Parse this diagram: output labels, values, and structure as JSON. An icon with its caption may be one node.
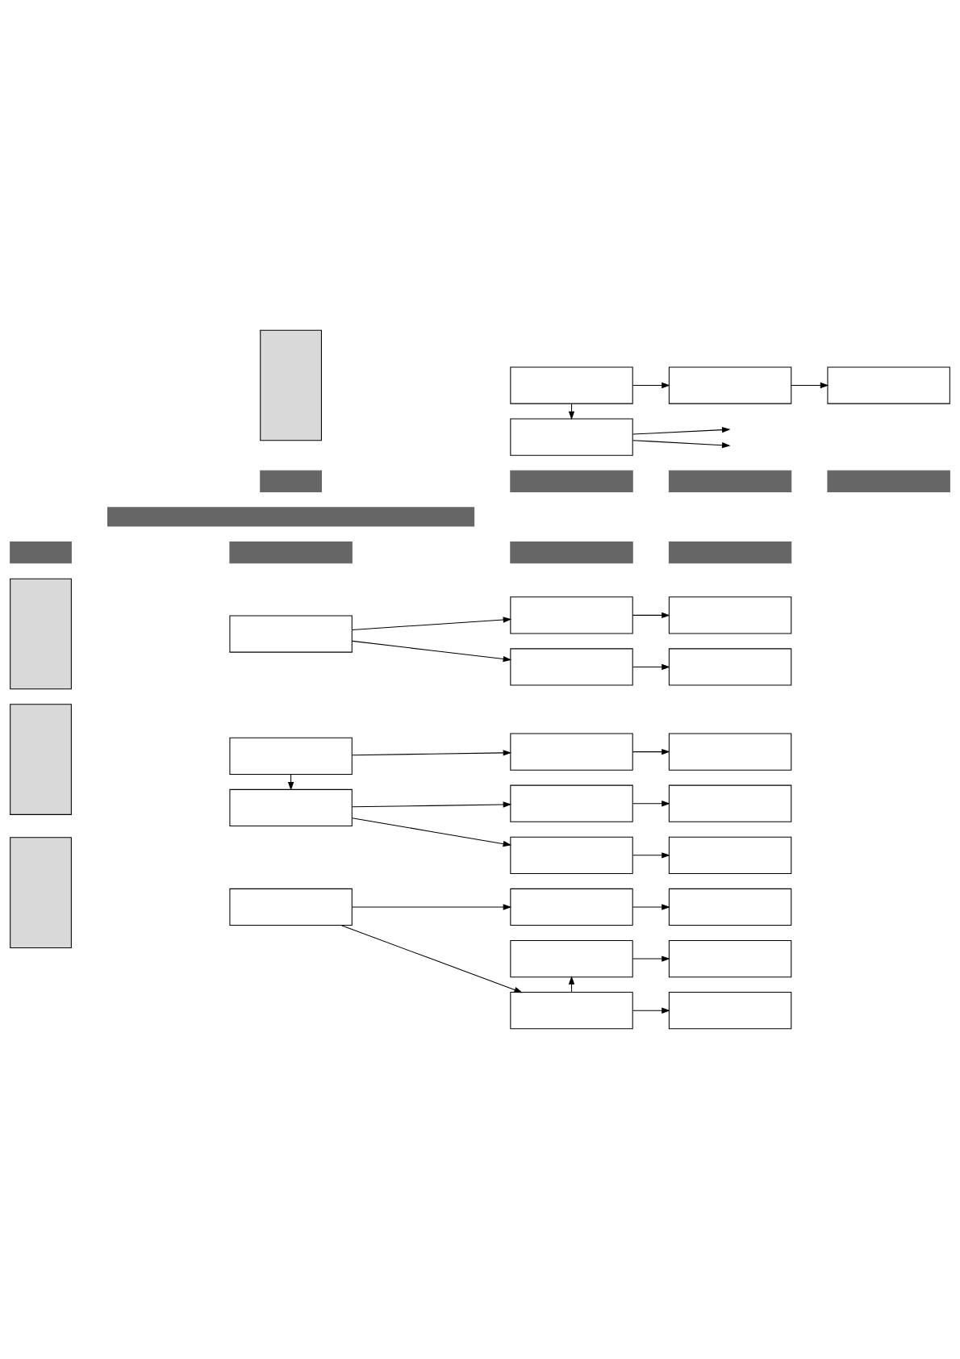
{
  "diagram": {
    "nodes": [
      {
        "text": [],
        "shape": "bar"
      },
      {
        "text": [],
        "shape": "bar"
      },
      {
        "text": [],
        "shape": "bar"
      },
      {
        "text": [],
        "shape": "bar"
      },
      {
        "text": [],
        "shape": "box"
      },
      {
        "text": [],
        "shape": "box"
      },
      {
        "text": [],
        "shape": "box"
      },
      {
        "text": [],
        "shape": "box"
      },
      {
        "text": [],
        "shape": "box"
      },
      {
        "text": [],
        "shape": "box"
      },
      {
        "text": [],
        "shape": "box"
      },
      {
        "text": [],
        "shape": "box"
      },
      {
        "text": [],
        "shape": "box"
      },
      {
        "text": [],
        "shape": "box"
      },
      {
        "text": [],
        "shape": "box"
      },
      {
        "text": [],
        "shape": "box"
      },
      {
        "text": [],
        "shape": "box"
      },
      {
        "text": [],
        "shape": "box"
      },
      {
        "text": [],
        "shape": "box"
      },
      {
        "text": [],
        "shape": "box"
      },
      {
        "text": [],
        "shape": "box"
      },
      {
        "text": [],
        "shape": "box"
      },
      {
        "text": [],
        "shape": "box"
      },
      {
        "text": [],
        "shape": "box"
      },
      {
        "text": [],
        "shape": "box"
      },
      {
        "text": [],
        "shape": "box"
      },
      {
        "text": [],
        "shape": "box"
      },
      {
        "text": [],
        "shape": "bar"
      },
      {
        "text": [],
        "shape": "bar"
      },
      {
        "text": [],
        "shape": "bar"
      },
      {
        "text": [],
        "shape": "bar"
      },
      {
        "text": [],
        "shape": "bar"
      },
      {
        "text": [],
        "shape": "box"
      },
      {
        "text": [],
        "shape": "box"
      },
      {
        "text": [],
        "shape": "box"
      },
      {
        "text": [],
        "shape": "box"
      },
      {
        "text": [],
        "shape": "box"
      }
    ],
    "edges": [
      {
        "from": 5,
        "to": 6,
        "arrow": "to"
      },
      {
        "from": 6,
        "to": 7,
        "arrow": "to"
      },
      {
        "from": 5,
        "to": 8,
        "arrow": "to"
      },
      {
        "from": 8,
        "to": 9,
        "arrow": "to"
      },
      {
        "from": 11,
        "to": 12,
        "arrow": "to"
      },
      {
        "from": 12,
        "to": 13,
        "arrow": "to"
      },
      {
        "from": 11,
        "to": 14,
        "arrow": "to"
      },
      {
        "from": 14,
        "to": 15,
        "arrow": "to"
      },
      {
        "from": 15,
        "to": 16,
        "arrow": "to"
      },
      {
        "from": 14,
        "to": 17,
        "arrow": "to"
      },
      {
        "from": 17,
        "to": 18,
        "arrow": "to"
      },
      {
        "from": 20,
        "to": 21,
        "arrow": "to"
      },
      {
        "from": 21,
        "to": 22,
        "arrow": "to"
      },
      {
        "from": 21,
        "to": 23,
        "arrow": "to"
      },
      {
        "from": 23,
        "to": 24,
        "arrow": "to"
      },
      {
        "from": 20,
        "to": 25,
        "arrow": "to"
      },
      {
        "from": 25,
        "to": 26,
        "arrow": "to"
      },
      {
        "from": 33,
        "to": 34,
        "arrow": "to"
      },
      {
        "from": 34,
        "to": 35,
        "arrow": "to"
      },
      {
        "from": 33,
        "to": 36,
        "arrow": "to"
      },
      {
        "from": 36,
        "to": null,
        "arrow": "to"
      },
      {
        "from": 36,
        "to": null,
        "arrow": "to"
      }
    ]
  }
}
